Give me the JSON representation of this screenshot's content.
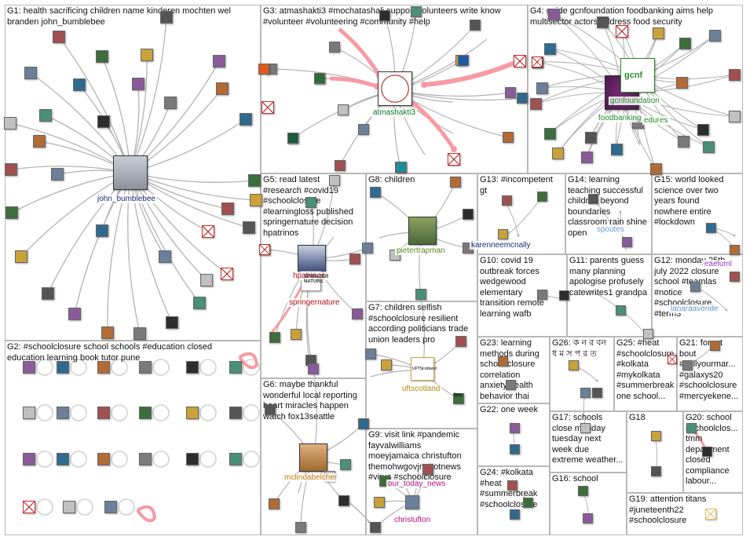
{
  "groups": [
    {
      "id": "G1",
      "label": "G1: health sacrificing children name kinderen mochten wel\nbranden john_bumblebee"
    },
    {
      "id": "G2",
      "label": "G2: #schoolclosure school schools #education closed\neducation learning book tutor pune"
    },
    {
      "id": "G3",
      "label": "G3: atmashakti3 #mochatashali support volunteers write know\n#volunteer #volunteering #community #help"
    },
    {
      "id": "G4",
      "label": "G4: guide gcnfoundation foodbanking aims help\nmultisector actors address food security"
    },
    {
      "id": "G5",
      "label": "G5: read latest\n#research #covid19\n#schoolclosure\n#learningloss published\nspringernature decision\nhpatrinos"
    },
    {
      "id": "G6",
      "label": "G6: maybe thankful\nwonderful local reporting\nheart miracles happen\nwatch fox13seattle"
    },
    {
      "id": "G7",
      "label": "G7: children selfish\n#schoolclosure resilient\naccording politicians trade\nunion leaders pro"
    },
    {
      "id": "G8",
      "label": "G8: children"
    },
    {
      "id": "G9",
      "label": "G9: visit link #pandemic\nfayvalwilliams\nmoeyjamaica christufton\nthemohwgovjm #otnews\n#virus #schoolclosure"
    },
    {
      "id": "G10",
      "label": "G10: covid 19\noutbreak forces\nwedgewood\nelementary\ntransition remote\nlearning wafb"
    },
    {
      "id": "G11",
      "label": "G11: parents guess\nmany planning\napologise profusely\ncatewrites1 grandpa"
    },
    {
      "id": "G12",
      "label": "G12: monday 25th\njuly 2022 closure\nschool #teamlas\n#notice\n#schoolclosure\n#term3"
    },
    {
      "id": "G13",
      "label": "G13: #incompetent\ngt"
    },
    {
      "id": "G14",
      "label": "G14: learning\nteaching successful\nchildren beyond\nboundaries\nclassroom rain shine\nopen"
    },
    {
      "id": "G15",
      "label": "G15: world looked\nscience over two\nyears found\nnowhere entire\n#lockdown"
    },
    {
      "id": "G16",
      "label": "G16: school"
    },
    {
      "id": "G17",
      "label": "G17: schools\nclose monday\ntuesday next\nweek due\nextreme weather..."
    },
    {
      "id": "G18",
      "label": "G18"
    },
    {
      "id": "G19",
      "label": "G19: attention titans\n#juneteenth22\n#schoolclosure"
    },
    {
      "id": "G20",
      "label": "G20: school\n#schoolclos...\ntmm\ndepartment\nclosed\ncompliance\nlabour..."
    },
    {
      "id": "G21",
      "label": "G21: forget\nbout\n#sellyourmar...\n#galaxys20\n#schoolclosure\n#mercyekene..."
    },
    {
      "id": "G22",
      "label": "G22: one week"
    },
    {
      "id": "G23",
      "label": "G23: learning\nmethods during\nschool closure\ncorrelation\nanxiety health\nbehavior thai"
    },
    {
      "id": "G24",
      "label": "G24: #kolkata\n#heat\n#summerbreak\n#schoolclosure"
    },
    {
      "id": "G25",
      "label": "G25: #heat\n#schoolclosure\n#kolkata\n#mykolkata\n#summerbreak\none school..."
    },
    {
      "id": "G26",
      "label": "G26: ক ন র বন\nধ ম স প র ত"
    }
  ],
  "node_labels": [
    {
      "id": "john_bumblebee",
      "text": "john_bumblebee",
      "color": "#1a2a7a"
    },
    {
      "id": "atmashakti3",
      "text": "atmashakti3",
      "color": "#0a7a2a"
    },
    {
      "id": "gcnfoundation",
      "text": "gcnfoundation",
      "color": "#2a8a2a"
    },
    {
      "id": "foodbanking",
      "text": "foodbanking",
      "color": "#2a8a2a"
    },
    {
      "id": "edures",
      "text": "edures",
      "color": "#2a8a2a"
    },
    {
      "id": "hpatrinos",
      "text": "hpatrinos",
      "color": "#b01010"
    },
    {
      "id": "springernature",
      "text": "springernature",
      "color": "#b01010"
    },
    {
      "id": "pietertrapman",
      "text": "pietertrapman",
      "color": "#5a8a1a"
    },
    {
      "id": "karenneemcnally",
      "text": "karenneemcnally",
      "color": "#1a2a7a"
    },
    {
      "id": "spoutes",
      "text": "spoutes",
      "color": "#6a9ad0"
    },
    {
      "id": "uftscotland",
      "text": "uftscotland",
      "color": "#b08a10"
    },
    {
      "id": "mclindabelcher",
      "text": "mclindabelcher",
      "color": "#c07a10"
    },
    {
      "id": "our_today_news",
      "text": "our_today_news",
      "color": "#b01080"
    },
    {
      "id": "christufton",
      "text": "christufton",
      "color": "#b01080"
    },
    {
      "id": "lanaraavende",
      "text": "lanaraavende",
      "color": "#5a9ad0"
    },
    {
      "id": "eaeluml",
      "text": "eaeluml",
      "color": "#9a40c0"
    }
  ],
  "embedded_text": {
    "springer": "SPRINGER\nNATURE",
    "tes": "tes",
    "gcnf": "gcnf",
    "uft": "UFTScotland"
  },
  "colors": {
    "edge": "#b3b3b3",
    "heavy_edge": "#f79aa3",
    "border": "#b8b8b8"
  }
}
